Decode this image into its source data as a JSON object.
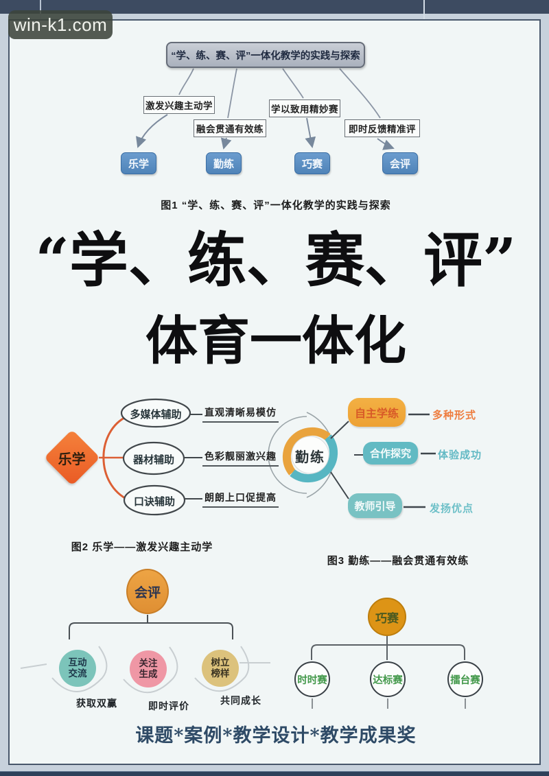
{
  "watermark": "win-k1.com",
  "colors": {
    "topbar": "#3d4b61",
    "accent_blue": "#5a8fc2",
    "accent_orange": "#ee6c30",
    "accent_amber": "#e9a33d",
    "accent_teal": "#6fbfc6",
    "accent_pink": "#ef97a5",
    "accent_tan": "#dcc27c",
    "accent_green": "#42984a"
  },
  "figure1": {
    "title": "“学、练、赛、评”一体化教学的实践与探索",
    "branches": [
      "激发兴趣主动学",
      "融会贯通有效练",
      "学以致用精妙赛",
      "即时反馈精准评"
    ],
    "results": [
      "乐学",
      "勤练",
      "巧赛",
      "会评"
    ],
    "caption": "图1 “学、练、赛、评”一体化教学的实践与探索"
  },
  "main_title": {
    "line1": "“学、练、赛、评”",
    "line2": "体育一体化"
  },
  "figure2": {
    "center": "乐学",
    "nodes": [
      "多媒体辅助",
      "器材辅助",
      "口诀辅助"
    ],
    "notes": [
      "直观清晰易模仿",
      "色彩靓丽激兴趣",
      "朗朗上口促提高"
    ],
    "caption": "图2 乐学——激发兴趣主动学"
  },
  "figure3": {
    "center": "勤练",
    "nodes": [
      "自主学练",
      "合作探究",
      "教师引导"
    ],
    "notes": [
      "多种形式",
      "体验成功",
      "发扬优点"
    ],
    "caption": "图3 勤练——融会贯通有效练"
  },
  "figure4": {
    "center": "会评",
    "nodes": [
      [
        "互动",
        "交流"
      ],
      [
        "关注",
        "生成"
      ],
      [
        "树立",
        "榜样"
      ]
    ],
    "notes": [
      "获取双赢",
      "即时评价",
      "共同成长"
    ]
  },
  "figure5": {
    "center": "巧赛",
    "nodes": [
      "时时赛",
      "达标赛",
      "擂台赛"
    ]
  },
  "footer": {
    "text": "课题*案例*教学设计*教学成果奖"
  }
}
